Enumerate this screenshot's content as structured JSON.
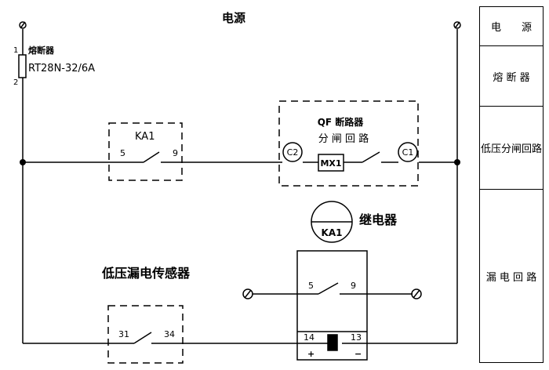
{
  "diagram": {
    "title": "电源",
    "fuse": {
      "name": "熔断器",
      "model": "RT28N-32/6A",
      "pin_top": "1",
      "pin_bottom": "2"
    },
    "ka1_contact": {
      "label": "KA1",
      "pin_left": "5",
      "pin_right": "9"
    },
    "breaker": {
      "title": "QF 断路器",
      "subtitle": "分 闸 回 路",
      "c2": "C2",
      "c1": "C1",
      "mx1": "MX1"
    },
    "relay": {
      "coil_label": "KA1",
      "name": "继电器"
    },
    "sensor": {
      "name": "低压漏电传感器",
      "pin_left": "31",
      "pin_right": "34"
    },
    "relay_box": {
      "pin5": "5",
      "pin9": "9",
      "pin14": "14",
      "pin13": "13",
      "plus": "+",
      "minus": "−"
    }
  },
  "legend": {
    "rows": [
      {
        "label": "电　　源"
      },
      {
        "label": "熔 断 器"
      },
      {
        "label": "低压分闸回路"
      },
      {
        "label": "漏 电 回 路"
      }
    ]
  }
}
